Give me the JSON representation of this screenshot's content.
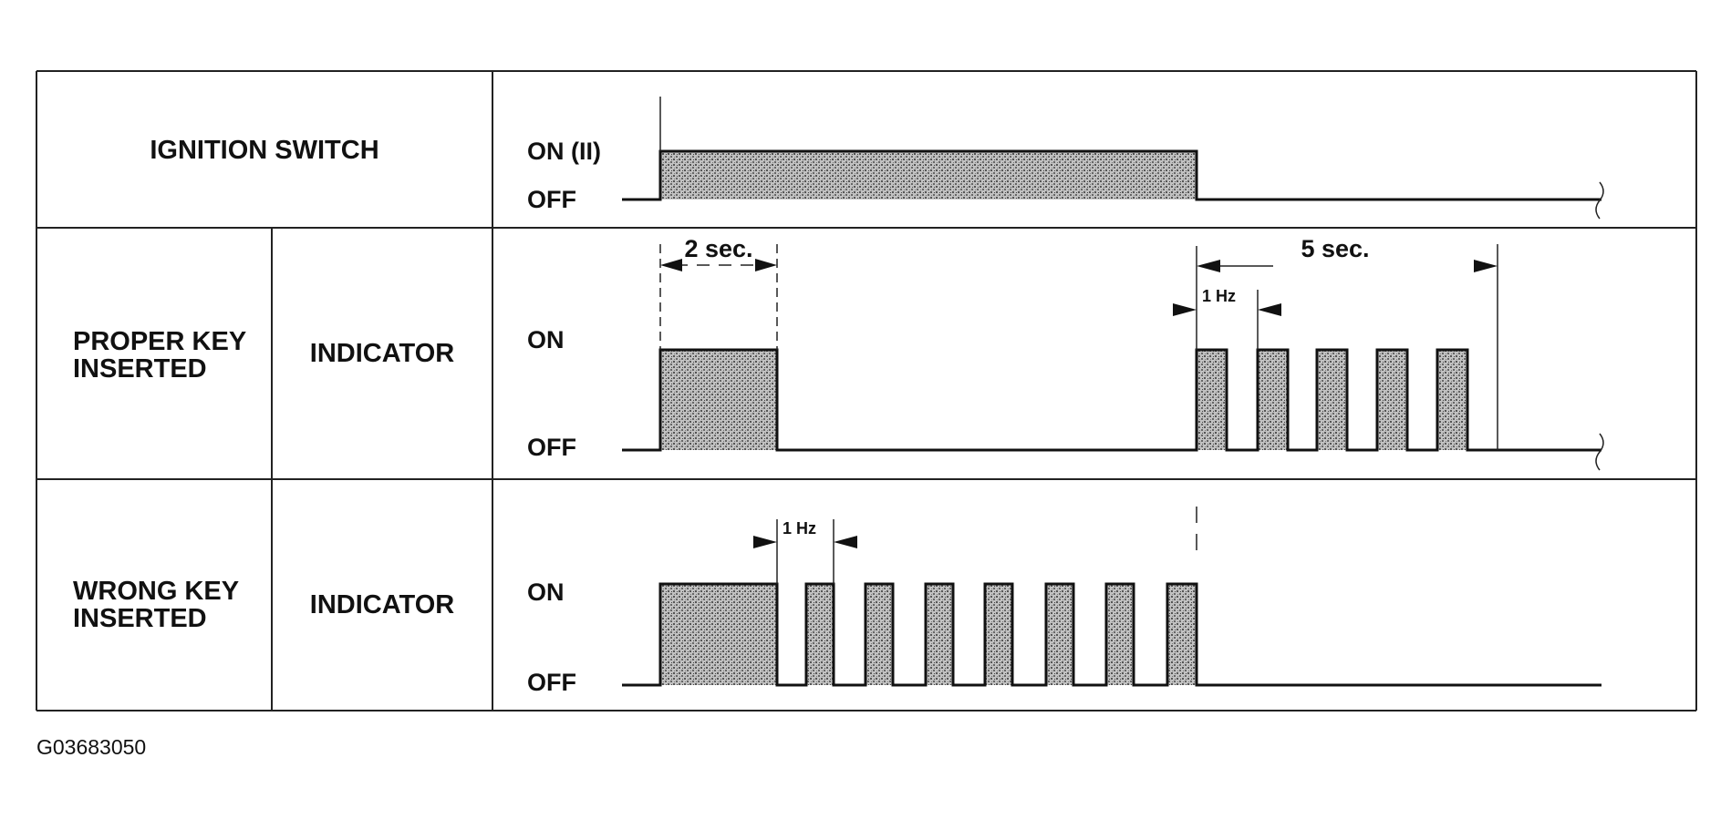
{
  "rows": {
    "ignition": {
      "label": "IGNITION SWITCH",
      "on_label": "ON (II)",
      "off_label": "OFF"
    },
    "proper": {
      "label_line1": "PROPER KEY",
      "label_line2": "INSERTED",
      "component": "INDICATOR",
      "on_label": "ON",
      "off_label": "OFF"
    },
    "wrong": {
      "label_line1": "WRONG KEY",
      "label_line2": "INSERTED",
      "component": "INDICATOR",
      "on_label": "ON",
      "off_label": "OFF"
    }
  },
  "annotations": {
    "two_sec": "2 sec.",
    "five_sec": "5 sec.",
    "proper_freq": "1 Hz",
    "wrong_freq": "1 Hz"
  },
  "figure_id": "G03683050",
  "colors": {
    "line": "#111111",
    "fill": "#a6a6a6"
  },
  "signals": {
    "ignition": {
      "on_from": 0,
      "on_to": 1
    },
    "proper_indicator": {
      "steady_on_seconds": 2,
      "blink_frequency_hz": 1,
      "blink_count": 5,
      "blink_window_seconds": 5
    },
    "wrong_indicator": {
      "steady_on_seconds": 2,
      "blink_frequency_hz": 1,
      "blink_count": 7
    }
  }
}
